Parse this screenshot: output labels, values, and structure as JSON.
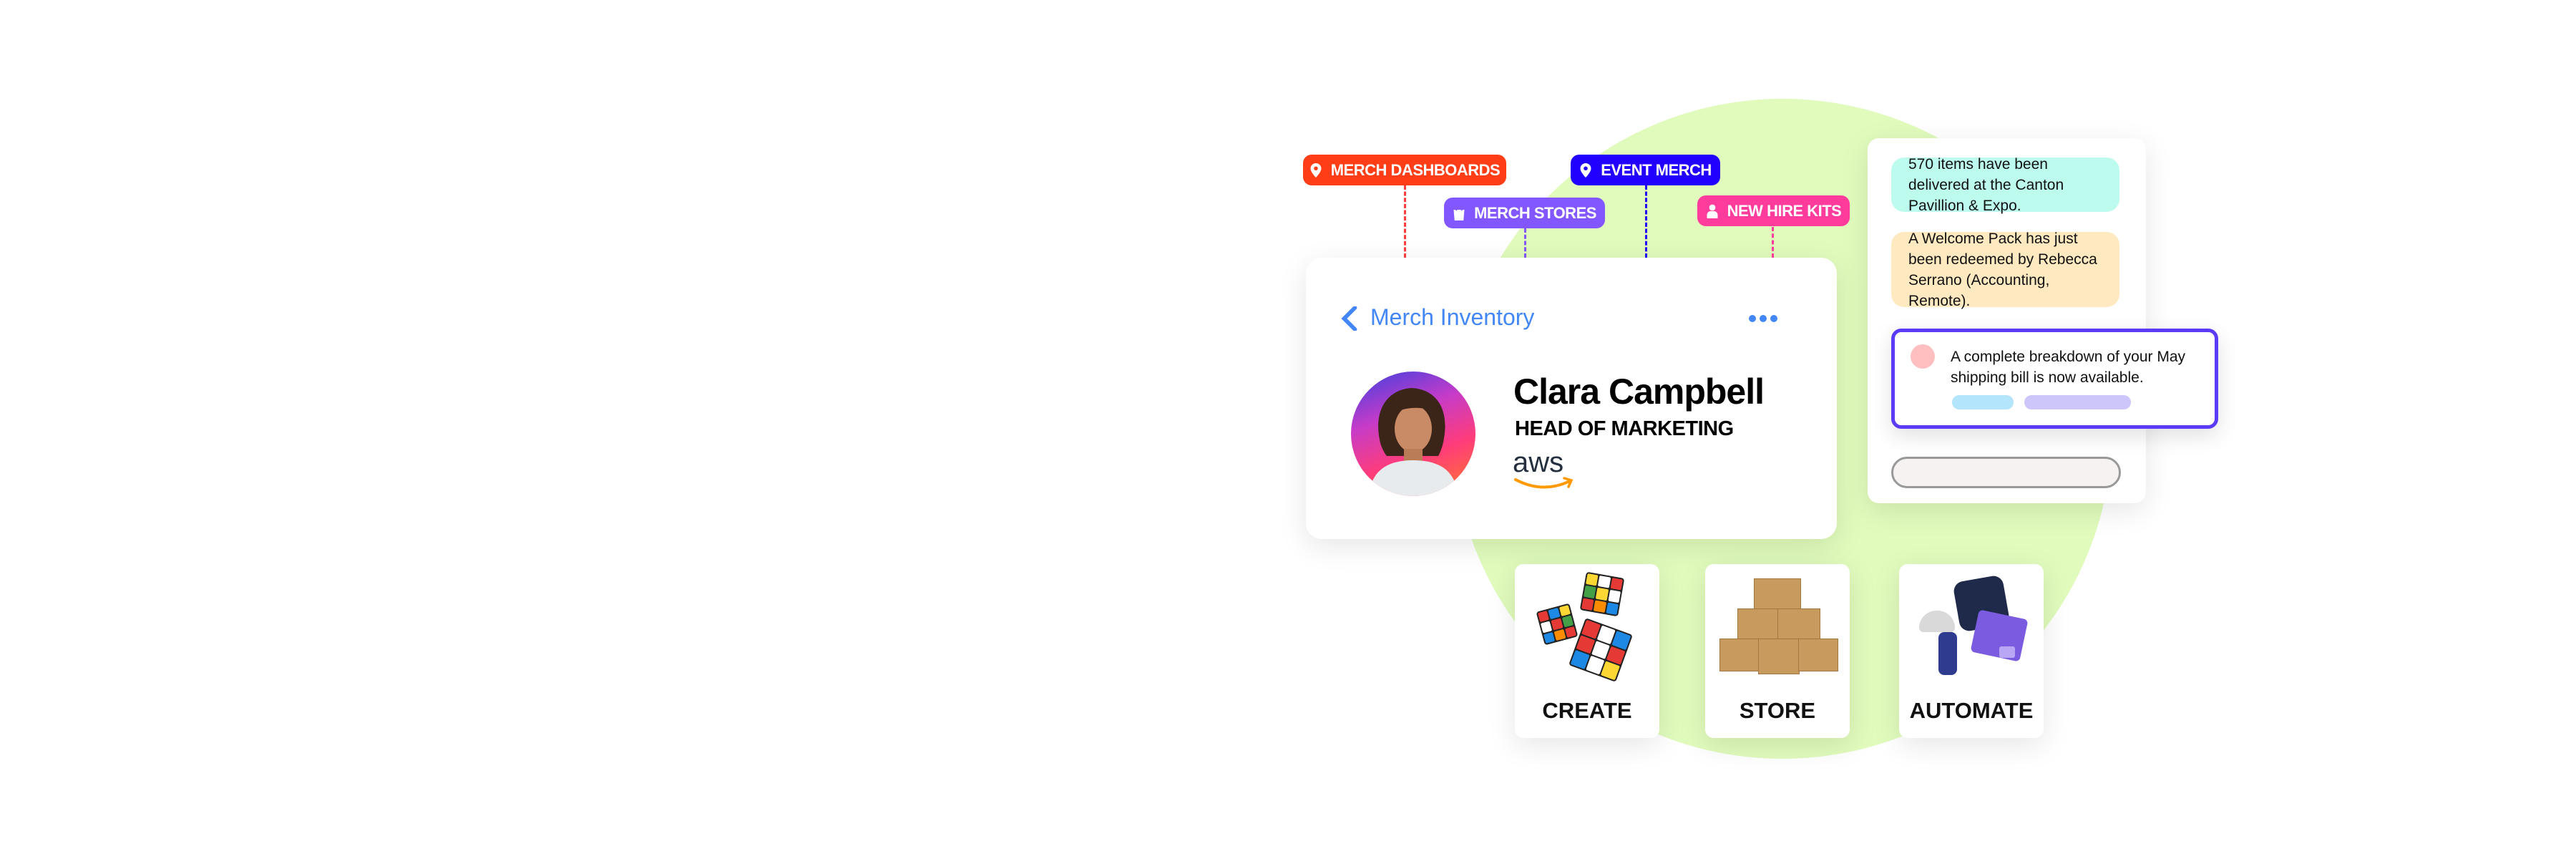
{
  "tags": [
    {
      "label": "MERCH DASHBOARDS",
      "icon": "map-pin-icon",
      "color": "#FF3D17"
    },
    {
      "label": "MERCH STORES",
      "icon": "shopping-bag-icon",
      "color": "#8257FF"
    },
    {
      "label": "EVENT MERCH",
      "icon": "map-pin-icon",
      "color": "#2200FF"
    },
    {
      "label": "NEW HIRE KITS",
      "icon": "person-icon",
      "color": "#FF3C9C"
    }
  ],
  "profile_card": {
    "header": "Merch Inventory",
    "name": "Clara Campbell",
    "role": "HEAD OF MARKETING",
    "company": "aws",
    "accent": "#4287F5"
  },
  "notifications": [
    {
      "text": "570 items have been delivered at the Canton Pavillion & Expo.",
      "color": "#BDFBEE"
    },
    {
      "text": "A Welcome Pack has just been redeemed by Rebecca Serrano (Accounting, Remote).",
      "color": "#FEE9C0"
    },
    {
      "text": "A complete breakdown of your May shipping bill is now available.",
      "color": "#5B3BF5"
    }
  ],
  "tiles": [
    {
      "label": "CREATE"
    },
    {
      "label": "STORE"
    },
    {
      "label": "AUTOMATE"
    }
  ]
}
